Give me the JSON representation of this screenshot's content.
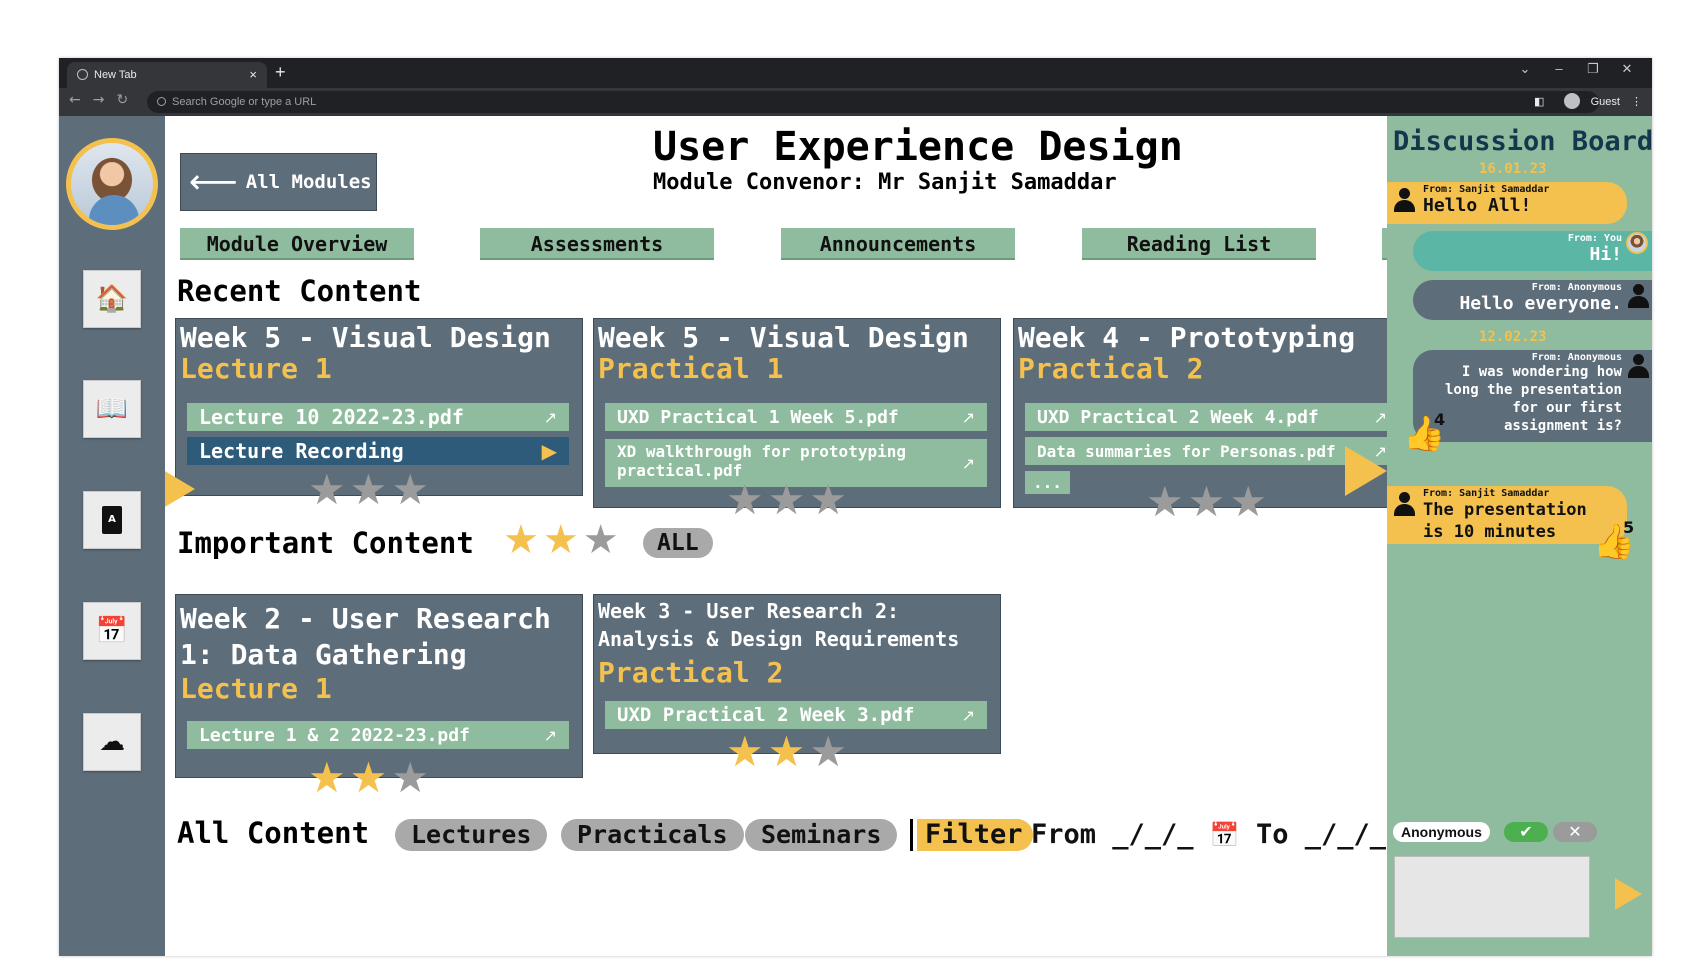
{
  "browser": {
    "tab_title": "New Tab",
    "tab_close": "×",
    "new_tab": "+",
    "omnibox_placeholder": "Search Google or type a URL",
    "profile": "Guest",
    "window_controls": [
      "⌄",
      "–",
      "❐",
      "✕"
    ]
  },
  "sidebar": {
    "items": [
      {
        "name": "home-icon",
        "glyph": "🏠"
      },
      {
        "name": "book-icon",
        "glyph": "📖"
      },
      {
        "name": "dictionary-icon",
        "glyph": "A"
      },
      {
        "name": "calendar-icon",
        "glyph": "📅"
      },
      {
        "name": "cloud-upload-icon",
        "glyph": "☁"
      }
    ]
  },
  "header": {
    "back_label": "All Modules",
    "title": "User Experience Design",
    "subtitle": "Module Convenor: Mr Sanjit Samaddar"
  },
  "nav_tabs": [
    "Module Overview",
    "Assessments",
    "Announcements",
    "Reading List"
  ],
  "recent": {
    "heading": "Recent Content",
    "cards": [
      {
        "title": "Week 5 - Visual Design",
        "subtitle": "Lecture 1",
        "files": [
          "Lecture 10 2022-23.pdf"
        ],
        "recording": "Lecture Recording",
        "rating": 0
      },
      {
        "title": "Week 5 - Visual Design",
        "subtitle": "Practical 1",
        "files": [
          "UXD Practical 1 Week 5.pdf",
          "XD walkthrough for prototyping practical.pdf"
        ],
        "rating": 0
      },
      {
        "title": "Week 4 - Prototyping",
        "subtitle": "Practical 2",
        "files": [
          "UXD Practical 2 Week 4.pdf",
          "Data summaries for Personas.pdf"
        ],
        "more": "...",
        "rating": 0
      }
    ]
  },
  "important": {
    "heading": "Important Content",
    "filter_rating": 2,
    "all_label": "ALL",
    "cards": [
      {
        "title_lines": [
          "Week 2 - User Research",
          "1: Data Gathering"
        ],
        "subtitle": "Lecture 1",
        "files": [
          "Lecture 1 & 2 2022-23.pdf"
        ],
        "rating": 2
      },
      {
        "title_lines": [
          "Week 3 - User Research 2:",
          "Analysis & Design Requirements"
        ],
        "subtitle": "Practical 2",
        "files": [
          "UXD Practical 2 Week 3.pdf"
        ],
        "rating": 2
      }
    ]
  },
  "all_content": {
    "heading": "All Content",
    "pills": [
      "Lectures",
      "Practicals",
      "Seminars"
    ],
    "filter_label": "Filter",
    "from_label": "From _/_/_",
    "to_label": "To _/_/_"
  },
  "discussion": {
    "title": "Discussion Board",
    "dates": [
      "16.01.23",
      "12.02.23"
    ],
    "messages": [
      {
        "from": "From: Sanjit Samaddar",
        "body": "Hello All!"
      },
      {
        "from": "From: You",
        "body": "Hi!"
      },
      {
        "from": "From: Anonymous",
        "body": "Hello everyone."
      },
      {
        "from": "From: Anonymous",
        "body_lines": [
          "I was wondering how",
          "long the presentation",
          "for our first",
          "assignment is?"
        ],
        "likes": "4"
      },
      {
        "from": "From: Sanjit Samaddar",
        "body_lines": [
          "The presentation",
          "is 10 minutes"
        ],
        "likes": "5"
      }
    ],
    "anonymous_toggle": "Anonymous",
    "confirm": "✔",
    "cancel": "✕"
  },
  "colors": {
    "slate": "#5d6d7a",
    "mint": "#8fbc9e",
    "accent_yellow": "#f4c04e",
    "teal": "#5bb6a5",
    "recording_blue": "#2e5b7a"
  }
}
